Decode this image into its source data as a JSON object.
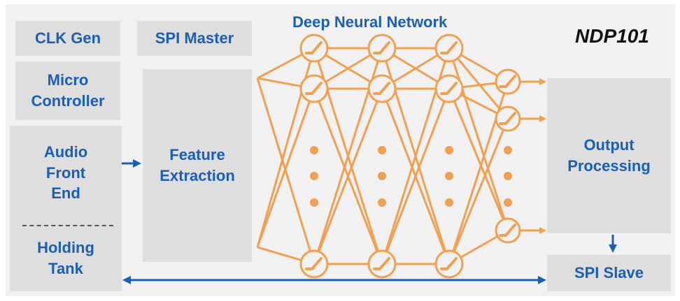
{
  "chip_name": "NDP101",
  "network_title": "Deep Neural Network",
  "blocks": {
    "clk_gen": "CLK Gen",
    "spi_master": "SPI Master",
    "micro_controller": [
      "Micro",
      "Controller"
    ],
    "audio_front_end": [
      "Audio",
      "Front",
      "End"
    ],
    "holding_tank": [
      "Holding",
      "Tank"
    ],
    "feature_extraction": [
      "Feature",
      "Extraction"
    ],
    "output_processing": [
      "Output",
      "Processing"
    ],
    "spi_slave": "SPI Slave"
  },
  "colors": {
    "accent_blue": "#1a5fb4",
    "network_orange": "#f0a050",
    "block_gray": "#dedede",
    "background_gray": "#f1f1f1"
  }
}
